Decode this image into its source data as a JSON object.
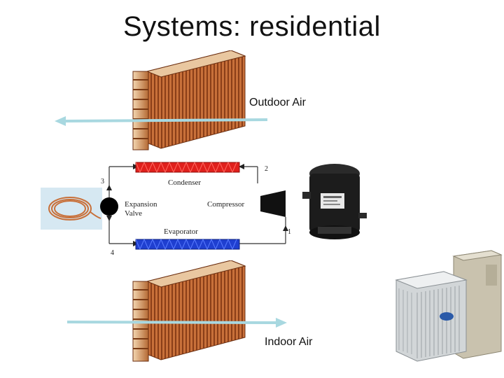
{
  "title": "Systems: residential",
  "labels": {
    "outdoor_air": "Outdoor Air",
    "indoor_air": "Indoor Air"
  },
  "cycle": {
    "condenser": "Condenser",
    "evaporator": "Evaporator",
    "compressor": "Compressor",
    "expansion_valve_line1": "Expansion",
    "expansion_valve_line2": "Valve",
    "point_1": "1",
    "point_2": "2",
    "point_3": "3",
    "point_4": "4"
  },
  "colors": {
    "condenser": "#e0201c",
    "evaporator": "#1f3fd0",
    "copper": "#c8703a",
    "air_arrow": "#a8d8e0"
  },
  "icons": [
    "condenser-coil-image",
    "evaporator-coil-image",
    "compressor-image",
    "copper-coil-image",
    "outdoor-unit-image"
  ]
}
